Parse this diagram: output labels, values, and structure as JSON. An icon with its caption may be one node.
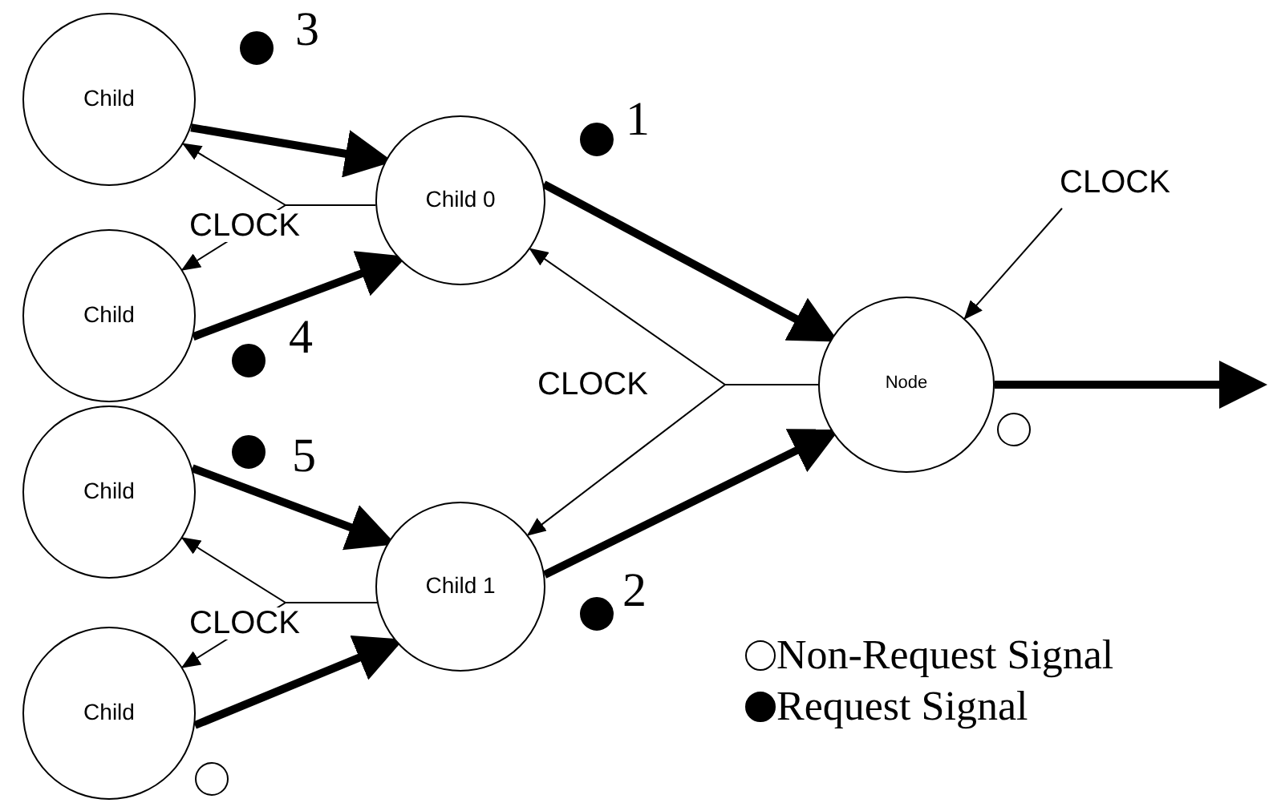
{
  "diagram": {
    "nodes": [
      {
        "text": [
          "Child"
        ]
      },
      {
        "text": [
          "Child"
        ]
      },
      {
        "text": [
          "Child"
        ]
      },
      {
        "text": [
          "Child"
        ]
      },
      {
        "text": [
          "Child 0"
        ]
      },
      {
        "text": [
          "Child 1"
        ]
      },
      {
        "text": [
          "Node"
        ]
      },
      {
        "text": [
          "CLOCK"
        ]
      }
    ],
    "edges": [
      {
        "from": 0,
        "to": 4,
        "arrow": "to",
        "style": "thick"
      },
      {
        "from": 1,
        "to": 4,
        "arrow": "to",
        "style": "thick"
      },
      {
        "from": 2,
        "to": 5,
        "arrow": "to",
        "style": "thick"
      },
      {
        "from": 3,
        "to": 5,
        "arrow": "to",
        "style": "thick"
      },
      {
        "from": 4,
        "to": 6,
        "arrow": "to",
        "style": "thick"
      },
      {
        "from": 5,
        "to": 6,
        "arrow": "to",
        "style": "thick"
      },
      {
        "from": 6,
        "to": null,
        "arrow": "to",
        "style": "thick"
      },
      {
        "from": 4,
        "to": 0,
        "arrow": "to",
        "label": "CLOCK"
      },
      {
        "from": 4,
        "to": 1,
        "arrow": "to"
      },
      {
        "from": 5,
        "to": 2,
        "arrow": "to",
        "label": "CLOCK"
      },
      {
        "from": 5,
        "to": 3,
        "arrow": "to"
      },
      {
        "from": 6,
        "to": 4,
        "arrow": "to",
        "label": "CLOCK"
      },
      {
        "from": 6,
        "to": 5,
        "arrow": "to"
      },
      {
        "from": 7,
        "to": 6,
        "arrow": "to"
      }
    ],
    "labels": [
      "3",
      "1",
      "4",
      "5",
      "2"
    ],
    "legend": [
      {
        "text": "Non-Request Signal"
      },
      {
        "text": "Request Signal"
      }
    ]
  }
}
